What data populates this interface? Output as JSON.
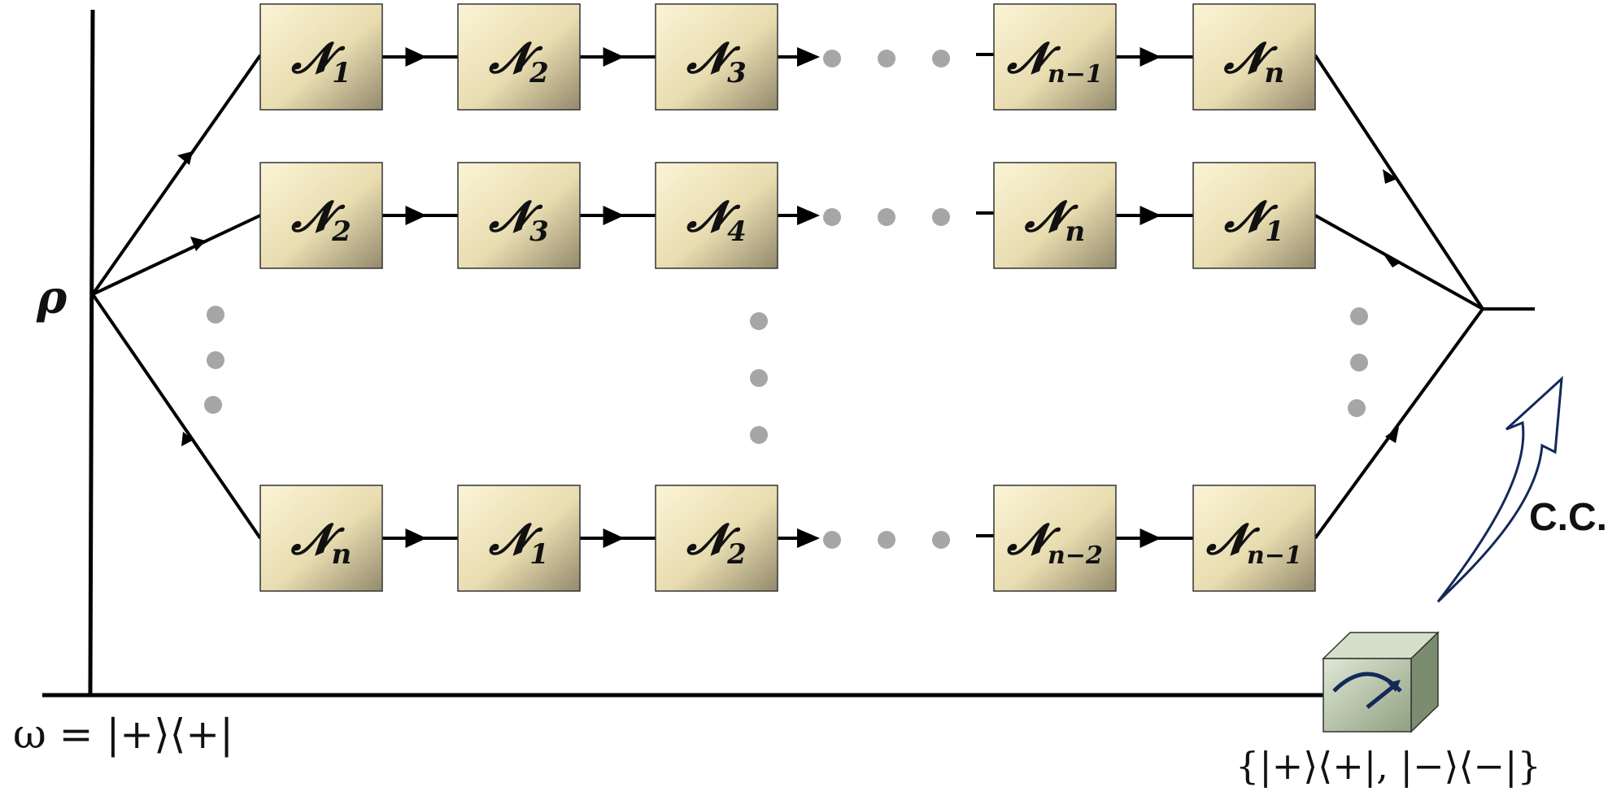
{
  "rows": [
    {
      "name": "row-1",
      "boxes": [
        {
          "base": "𝓝",
          "sub": "1"
        },
        {
          "base": "𝓝",
          "sub": "2"
        },
        {
          "base": "𝓝",
          "sub": "3"
        },
        {
          "base": "𝓝",
          "sub": "n−1"
        },
        {
          "base": "𝓝",
          "sub": "n"
        }
      ]
    },
    {
      "name": "row-2",
      "boxes": [
        {
          "base": "𝓝",
          "sub": "2"
        },
        {
          "base": "𝓝",
          "sub": "3"
        },
        {
          "base": "𝓝",
          "sub": "4"
        },
        {
          "base": "𝓝",
          "sub": "n"
        },
        {
          "base": "𝓝",
          "sub": "1"
        }
      ]
    },
    {
      "name": "row-last",
      "boxes": [
        {
          "base": "𝓝",
          "sub": "n"
        },
        {
          "base": "𝓝",
          "sub": "1"
        },
        {
          "base": "𝓝",
          "sub": "2"
        },
        {
          "base": "𝓝",
          "sub": "n−2"
        },
        {
          "base": "𝓝",
          "sub": "n−1"
        }
      ]
    }
  ],
  "labels": {
    "rho": "ρ",
    "omega": "ω = |+⟩⟨+|",
    "measurement": "{|+⟩⟨+|, |−⟩⟨−|}",
    "cc": "C.C."
  },
  "colors": {
    "box_light": "#f7efc8",
    "box_dark": "#8f8668",
    "dots": "#a6a6a6",
    "arrow_outline": "#14285a",
    "meter_front": "#a9b89a",
    "meter_top": "#d5dfc9"
  }
}
